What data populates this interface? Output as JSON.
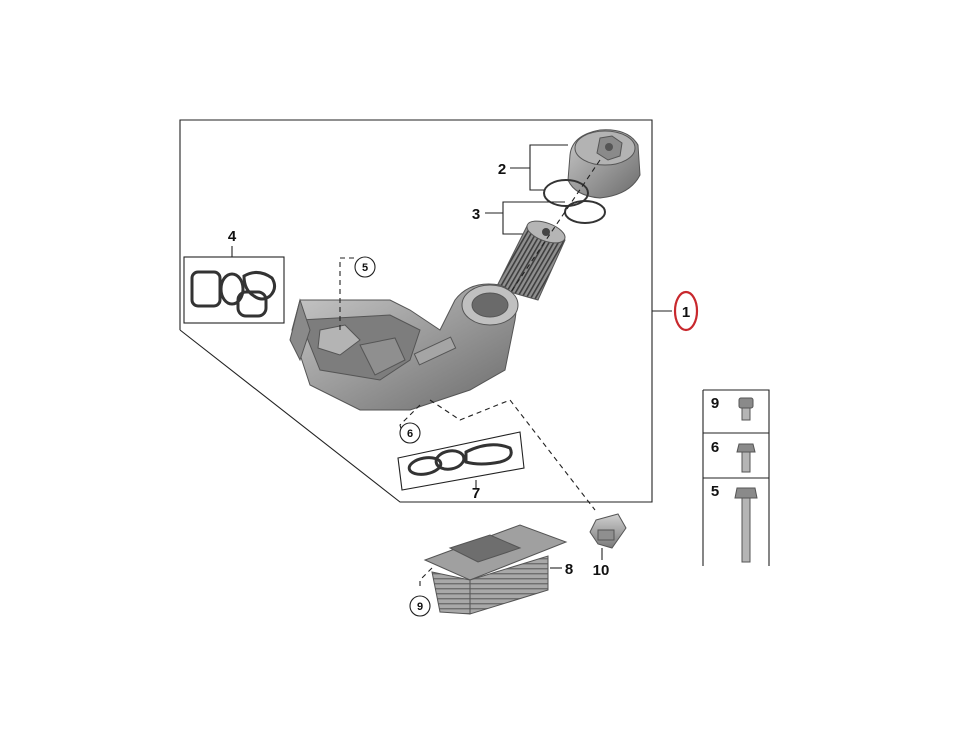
{
  "callouts": {
    "c1": "1",
    "c2": "2",
    "c3": "3",
    "c4": "4",
    "c5": "5",
    "c6": "6",
    "c7": "7",
    "c8": "8",
    "c9": "9",
    "c10": "10"
  },
  "legend": {
    "items": [
      "9",
      "6",
      "5"
    ]
  },
  "colors": {
    "highlight": "#c8282d",
    "part_fill": "#9a9a9a",
    "part_dark": "#6e6e6e",
    "line": "#222222"
  }
}
